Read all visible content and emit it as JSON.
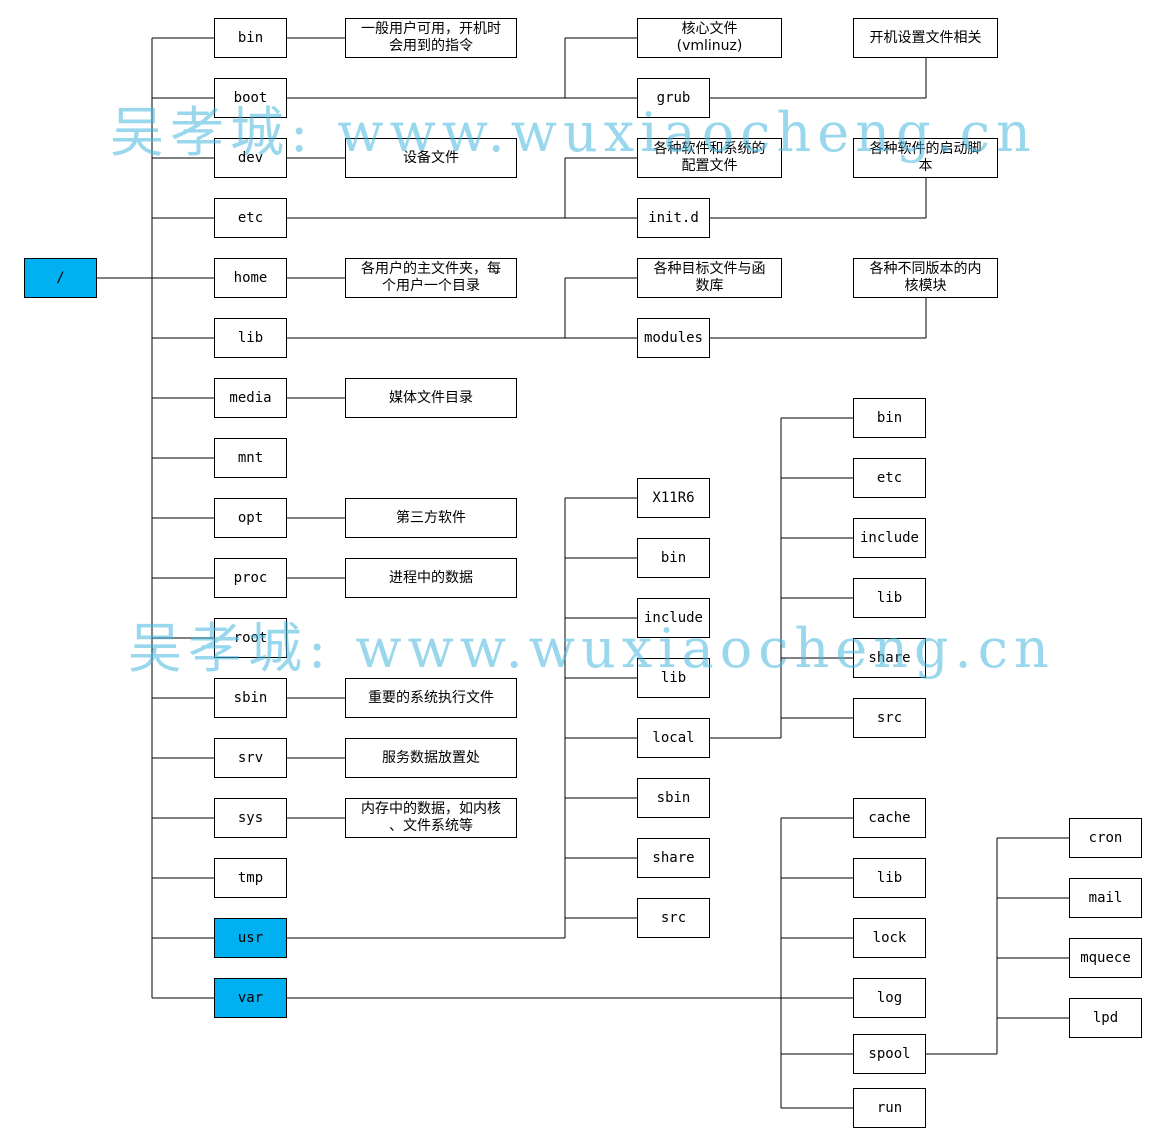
{
  "root": "/",
  "top_dirs": [
    "bin",
    "boot",
    "dev",
    "etc",
    "home",
    "lib",
    "media",
    "mnt",
    "opt",
    "proc",
    "root",
    "sbin",
    "srv",
    "sys",
    "tmp",
    "usr",
    "var"
  ],
  "highlight_color": "#00b0f0",
  "descriptions": {
    "bin": "一般用户可用，开机时\n会用到的指令",
    "dev": "设备文件",
    "home": "各用户的主文件夹，每\n个用户一个目录",
    "media": "媒体文件目录",
    "opt": "第三方软件",
    "proc": "进程中的数据",
    "sbin": "重要的系统执行文件",
    "srv": "服务数据放置处",
    "sys": "内存中的数据，如内核\n、文件系统等"
  },
  "boot_children": [
    "核心文件\n(vmlinuz)",
    "grub"
  ],
  "grub_note": "开机设置文件相关",
  "etc_children": [
    "各种软件和系统的\n配置文件",
    "init.d"
  ],
  "initd_note": "各种软件的启动脚\n本",
  "lib_children": [
    "各种目标文件与函\n数库",
    "modules"
  ],
  "modules_note": "各种不同版本的内\n核模块",
  "usr_children": [
    "X11R6",
    "bin",
    "include",
    "lib",
    "local",
    "sbin",
    "share",
    "src"
  ],
  "local_children": [
    "bin",
    "etc",
    "include",
    "lib",
    "share",
    "src"
  ],
  "var_children": [
    "cache",
    "lib",
    "lock",
    "log",
    "spool",
    "run"
  ],
  "spool_children": [
    "cron",
    "mail",
    "mquece",
    "lpd"
  ],
  "watermark": "吴孝城: www.wuxiaocheng.cn"
}
